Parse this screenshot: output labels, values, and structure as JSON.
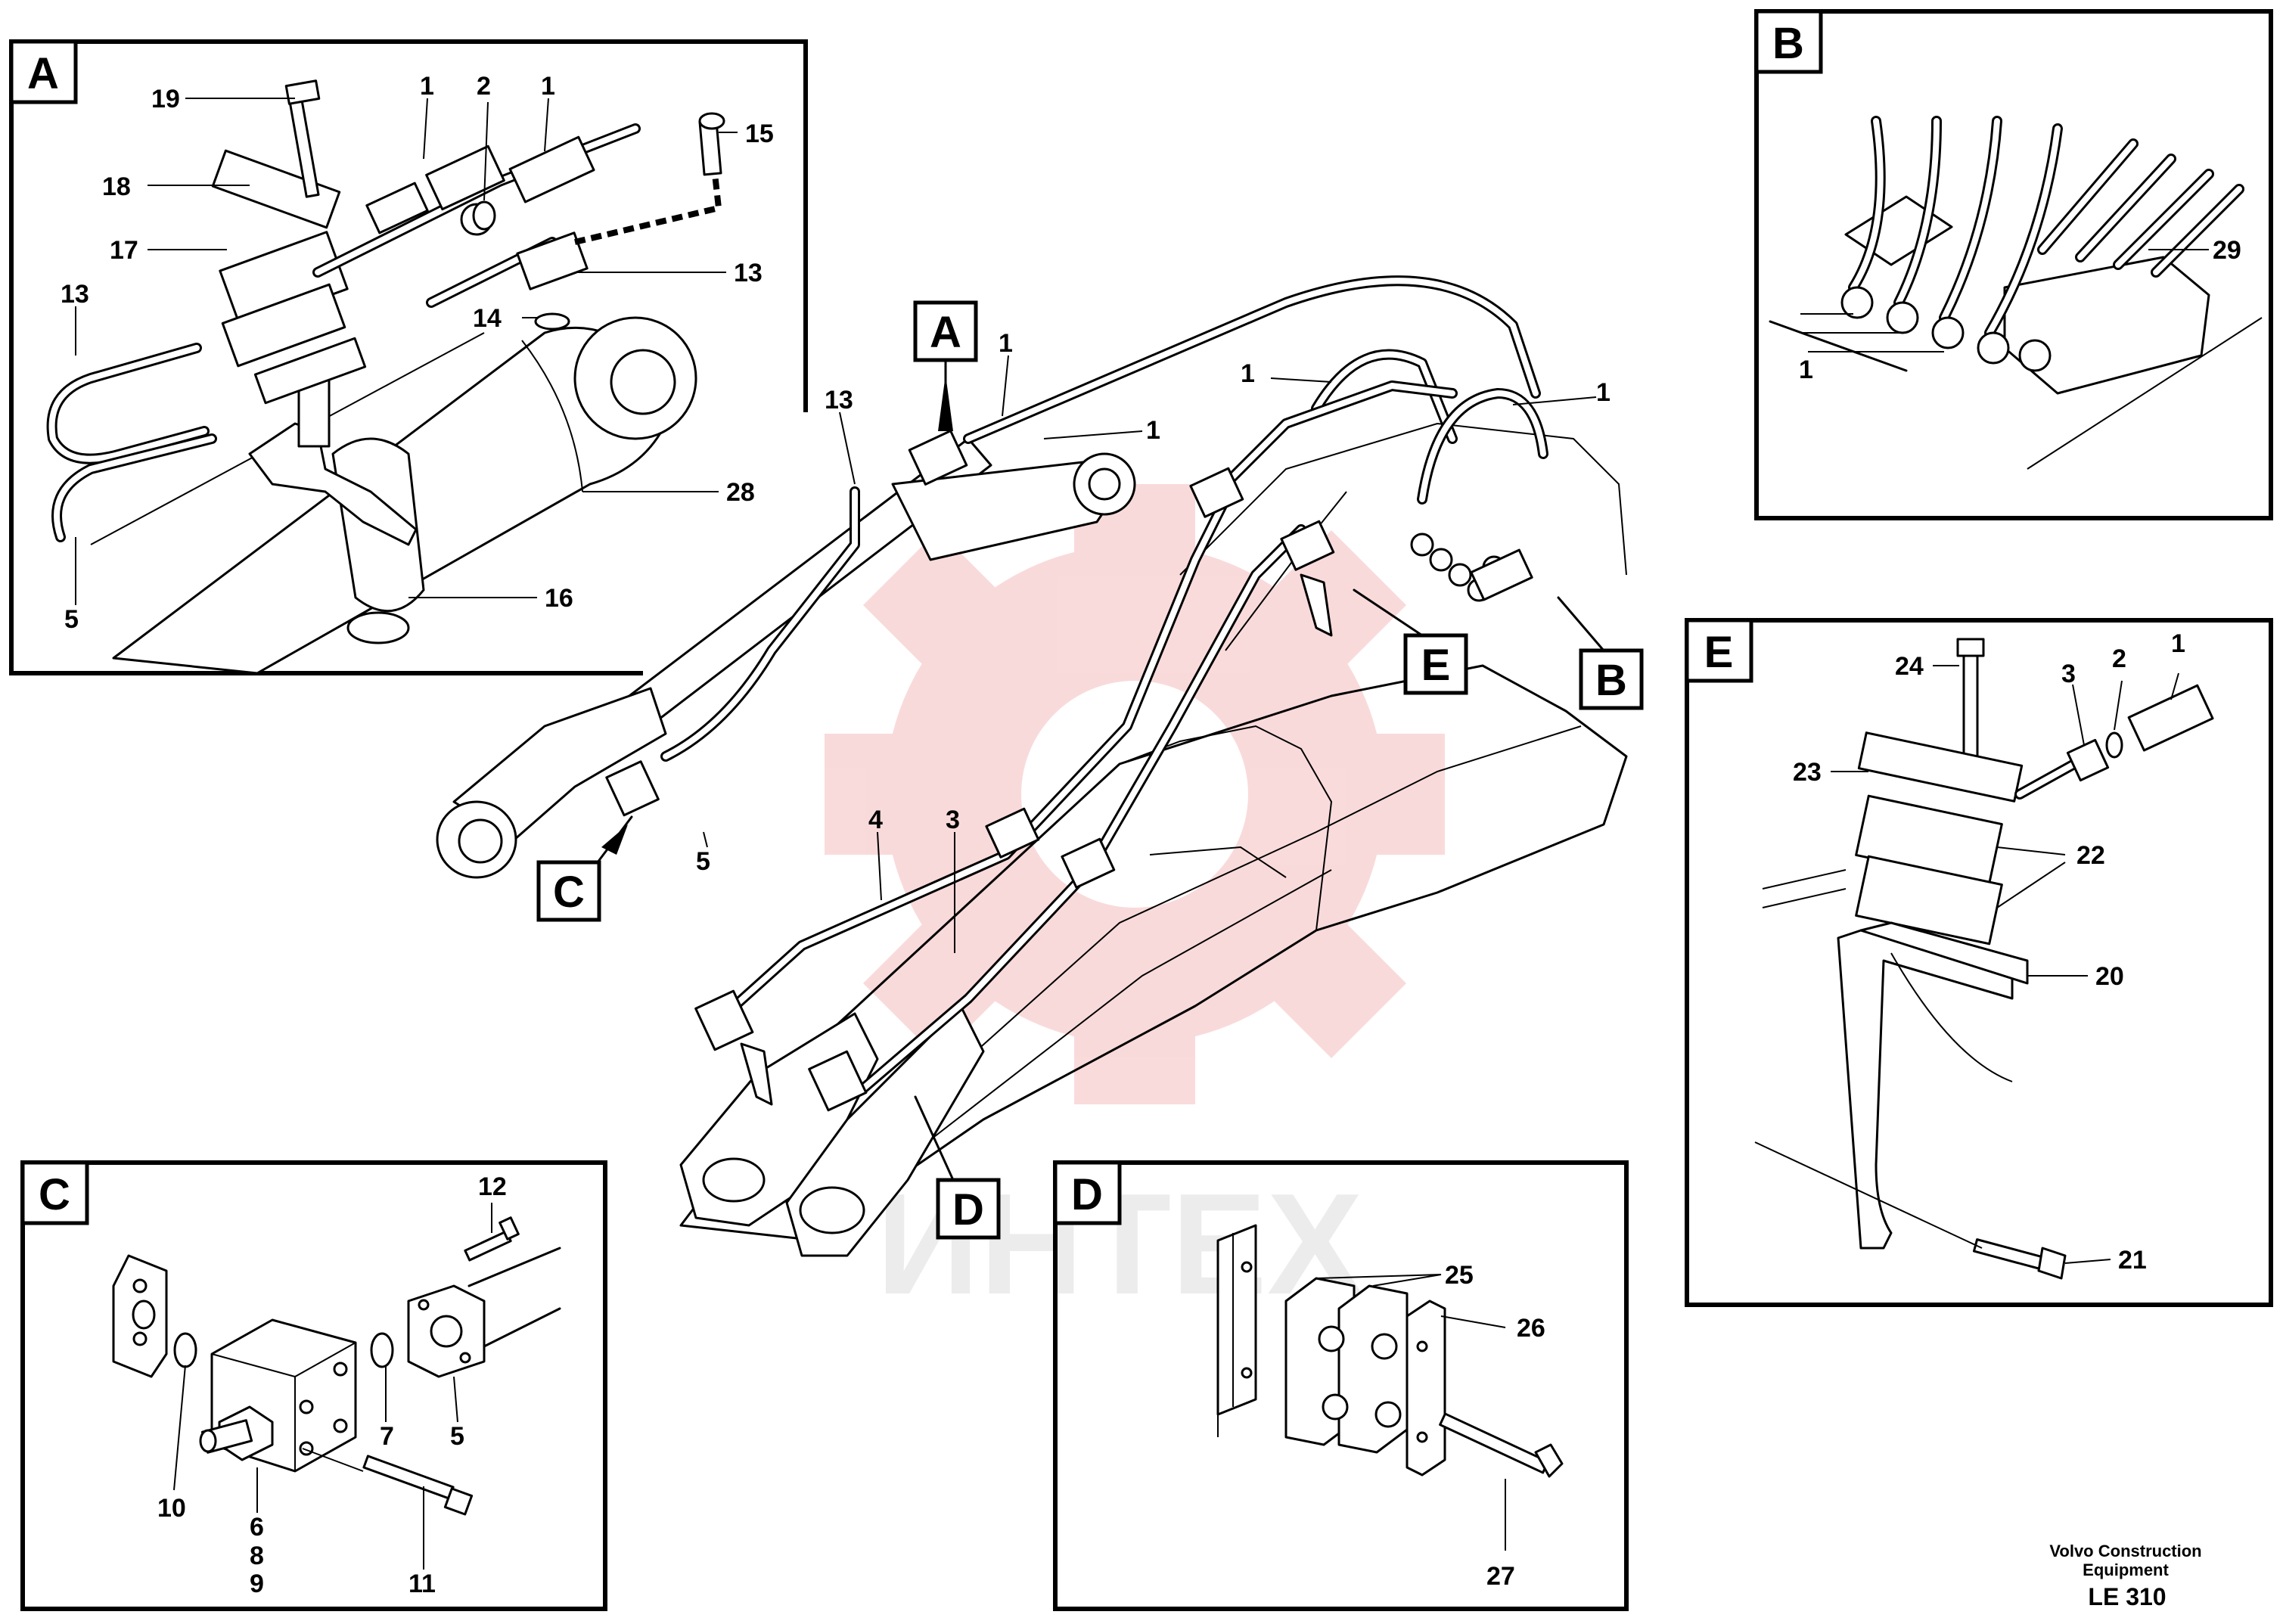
{
  "callouts": {
    "A": "A",
    "B": "B",
    "C": "C",
    "D": "D",
    "E": "E"
  },
  "panel_a": {
    "title": "A",
    "labels": {
      "p19": "19",
      "p1a": "1",
      "p2": "2",
      "p1b": "1",
      "p15": "15",
      "p18": "18",
      "p17": "17",
      "p13a": "13",
      "p13b": "13",
      "p14": "14",
      "p28": "28",
      "p5": "5",
      "p16": "16"
    }
  },
  "panel_b": {
    "title": "B",
    "labels": {
      "p29": "29",
      "p1": "1"
    }
  },
  "panel_c": {
    "title": "C",
    "labels": {
      "p12": "12",
      "p10": "10",
      "p7": "7",
      "p5": "5",
      "p6": "6",
      "p8": "8",
      "p9": "9",
      "p11": "11"
    }
  },
  "panel_d": {
    "title": "D",
    "labels": {
      "p25": "25",
      "p26": "26",
      "p27": "27"
    }
  },
  "panel_e": {
    "title": "E",
    "labels": {
      "p24": "24",
      "p3": "3",
      "p2": "2",
      "p1": "1",
      "p23": "23",
      "p22": "22",
      "p20": "20",
      "p21": "21"
    }
  },
  "main": {
    "labels": {
      "p13": "13",
      "p1a": "1",
      "p1b": "1",
      "p1c": "1",
      "p1d": "1",
      "p5": "5",
      "p4": "4",
      "p3": "3"
    }
  },
  "watermark": {
    "text": "ИНТЕХ",
    "color": "#e85a5a"
  },
  "footer": {
    "line1": "Volvo Construction",
    "line2": "Equipment",
    "code": "LE 310"
  }
}
